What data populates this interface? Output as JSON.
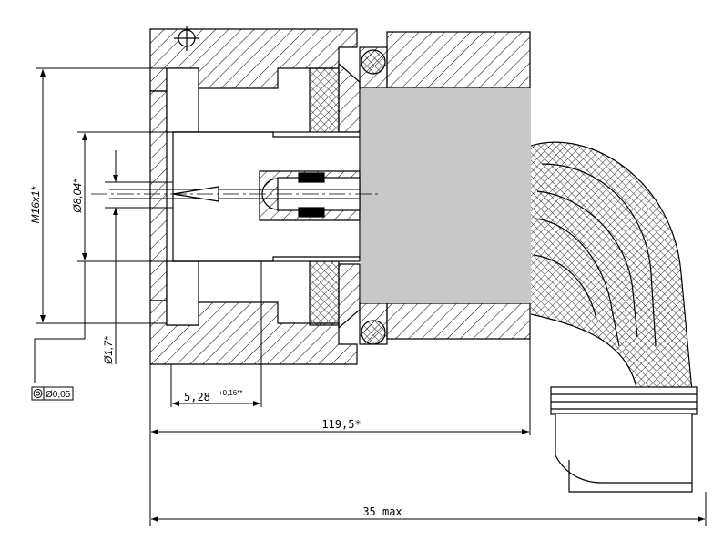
{
  "drawing": {
    "title": "Connector cross-section, angled cable outlet",
    "dimensions": {
      "thread": "M16x1*",
      "bore_diameter": "Ø8,04*",
      "pin_diameter": "Ø1,7*",
      "depth": "5,28",
      "depth_tolerance": "+0,16**",
      "length": "119,5*",
      "overall_length": "35 max"
    },
    "geometric_tolerance": {
      "symbol": "concentricity",
      "value": "Ø0,05"
    },
    "colors": {
      "line": "#000000",
      "masked_area": "#c8c8c8"
    }
  }
}
